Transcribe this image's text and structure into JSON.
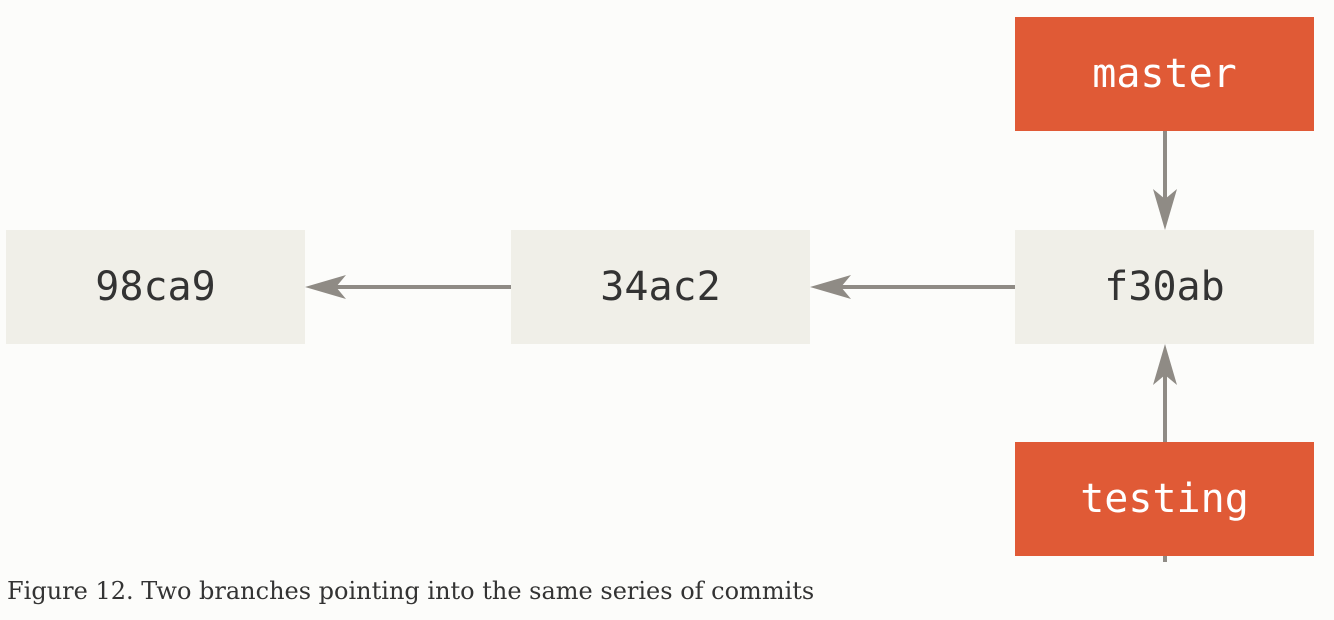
{
  "diagram": {
    "commits": [
      {
        "id": "98ca9"
      },
      {
        "id": "34ac2"
      },
      {
        "id": "f30ab"
      }
    ],
    "branches": [
      {
        "name": "master",
        "points_to": "f30ab"
      },
      {
        "name": "testing",
        "points_to": "f30ab"
      }
    ],
    "colors": {
      "commit_fill": "#f0efe8",
      "branch_fill": "#e05a36",
      "arrow": "#8f8b85",
      "background": "#fcfcfa"
    }
  },
  "caption": "Figure 12. Two branches pointing into the same series of commits"
}
